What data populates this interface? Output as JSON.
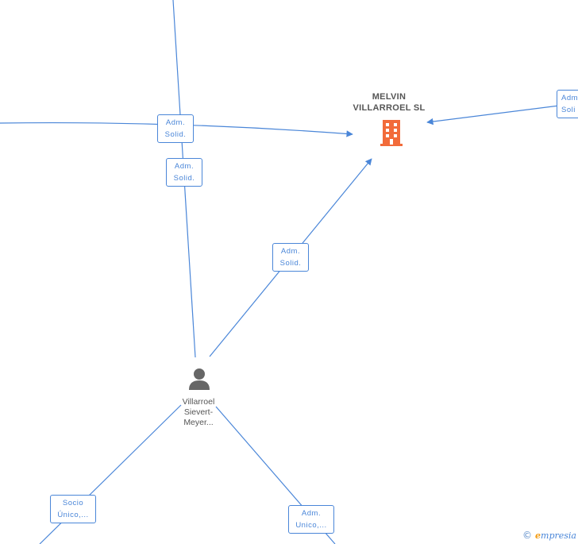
{
  "company": {
    "name_line1": "MELVIN",
    "name_line2": "VILLARROEL SL",
    "icon": "building-icon",
    "icon_color": "#f26b3a"
  },
  "person": {
    "name_line1": "Villarroel",
    "name_line2": "Sievert-",
    "name_line3": "Meyer...",
    "icon": "person-icon",
    "icon_color": "#666666"
  },
  "edge_labels": {
    "left_top": {
      "line1": "Adm.",
      "line2": "Solid."
    },
    "left_mid": {
      "line1": "Adm.",
      "line2": "Solid."
    },
    "person_company": {
      "line1": "Adm.",
      "line2": "Solid."
    },
    "right_edge": {
      "line1": "Adm",
      "line2": "Soli"
    },
    "bottom_left": {
      "line1": "Socio",
      "line2": "Único,..."
    },
    "bottom_right": {
      "line1": "Adm.",
      "line2": "Unico,..."
    }
  },
  "brand": {
    "copyright": "©",
    "initial": "e",
    "rest": "mpresia"
  },
  "colors": {
    "edge": "#4a86d8",
    "text": "#555555"
  }
}
